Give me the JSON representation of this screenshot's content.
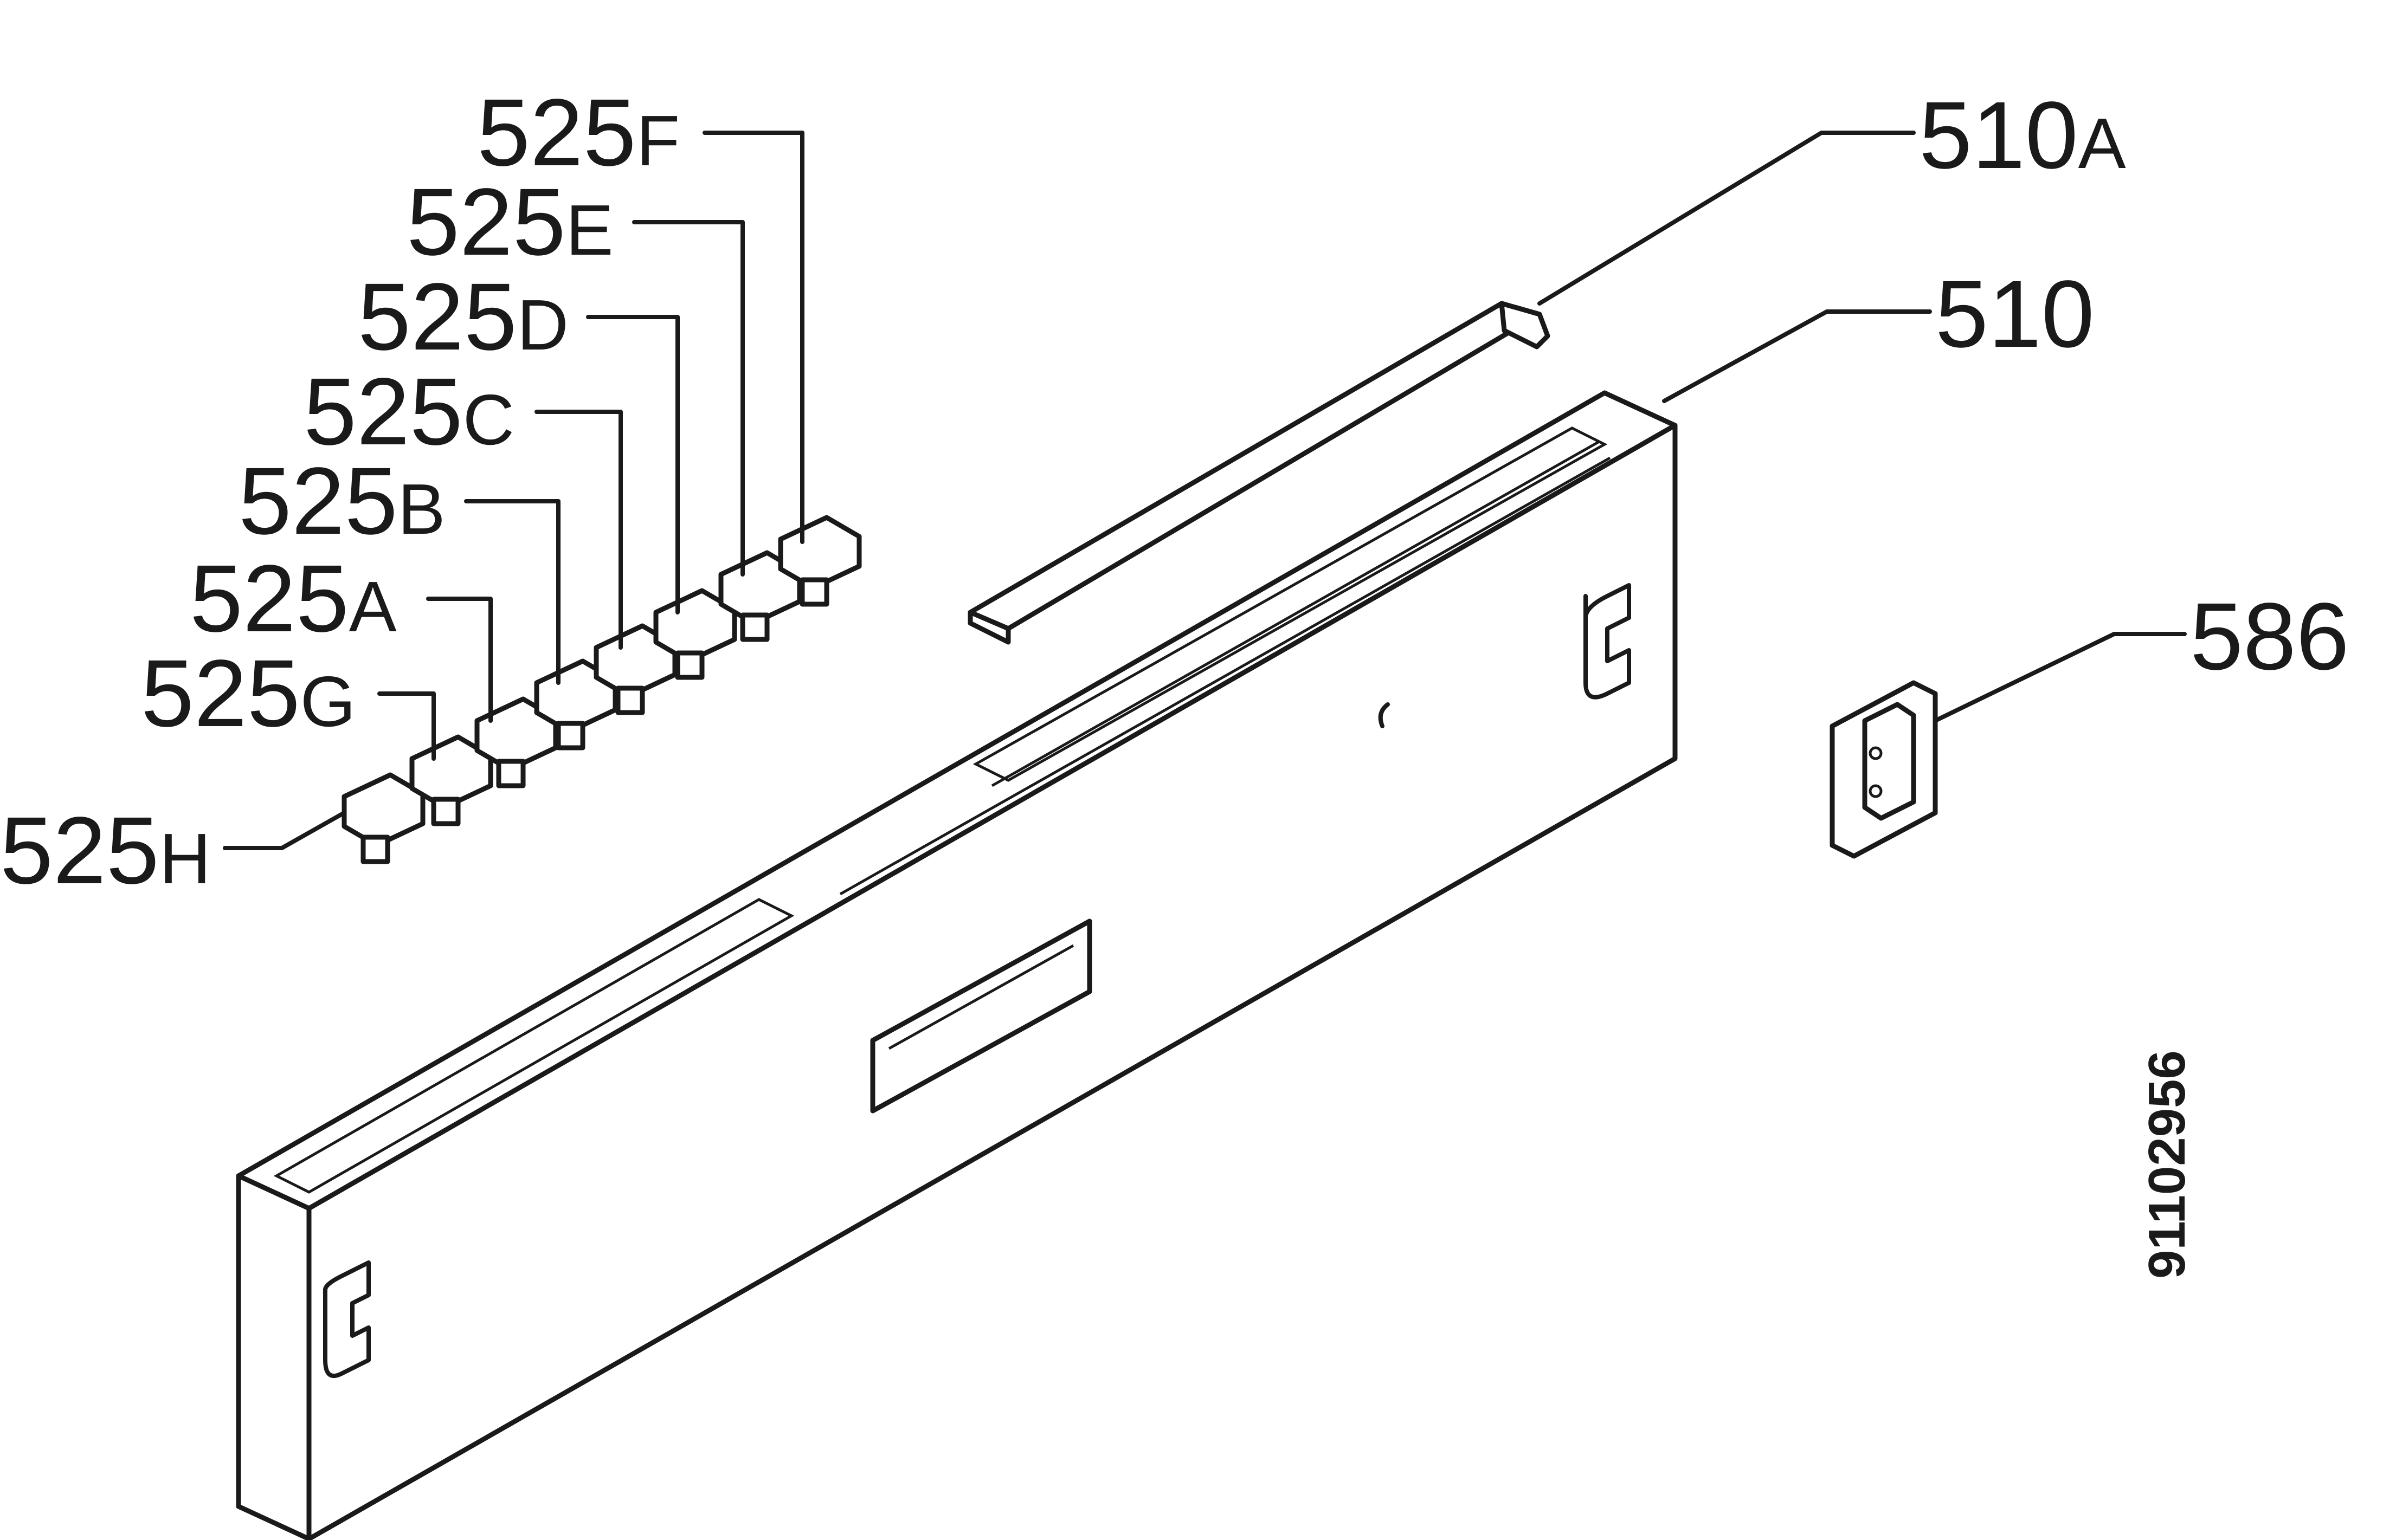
{
  "labels": {
    "p525F": {
      "num": "525",
      "suffix": "F"
    },
    "p525E": {
      "num": "525",
      "suffix": "E"
    },
    "p525D": {
      "num": "525",
      "suffix": "D"
    },
    "p525C": {
      "num": "525",
      "suffix": "C"
    },
    "p525B": {
      "num": "525",
      "suffix": "B"
    },
    "p525A": {
      "num": "525",
      "suffix": "A"
    },
    "p525G": {
      "num": "525",
      "suffix": "G"
    },
    "p525H": {
      "num": "525",
      "suffix": "H"
    },
    "p510A": {
      "num": "510",
      "suffix": "A"
    },
    "p510": {
      "num": "510"
    },
    "p586": {
      "num": "586"
    }
  },
  "drawing_id": "91102956"
}
